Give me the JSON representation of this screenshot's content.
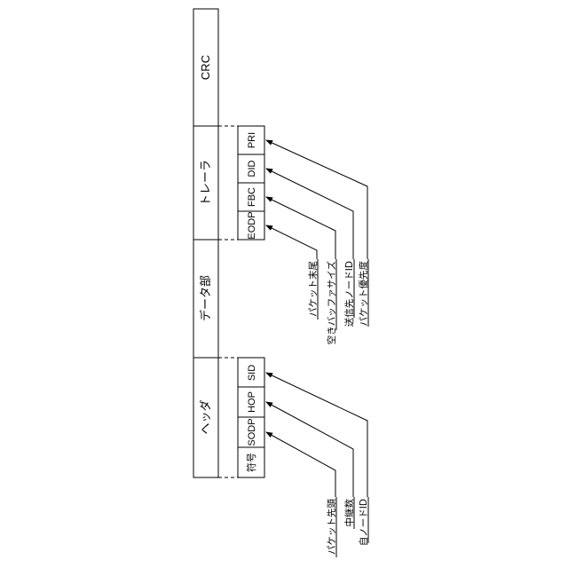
{
  "packet_sections": [
    {
      "key": "crc",
      "label": "CRC"
    },
    {
      "key": "trailer",
      "label": "トレーラ"
    },
    {
      "key": "data",
      "label": "データ部"
    },
    {
      "key": "header",
      "label": "ヘッダ"
    }
  ],
  "trailer_fields": [
    "PRI",
    "DID",
    "FBC",
    "EODP"
  ],
  "header_fields": [
    "SID",
    "HOP",
    "SODP",
    "符号"
  ],
  "trailer_annotations": [
    "パケット末尾",
    "空きバッファサイズ",
    "送信先ノードID",
    "パケット優先度"
  ],
  "header_annotations": [
    "パケット先頭",
    "中継数",
    "自ノードID"
  ]
}
